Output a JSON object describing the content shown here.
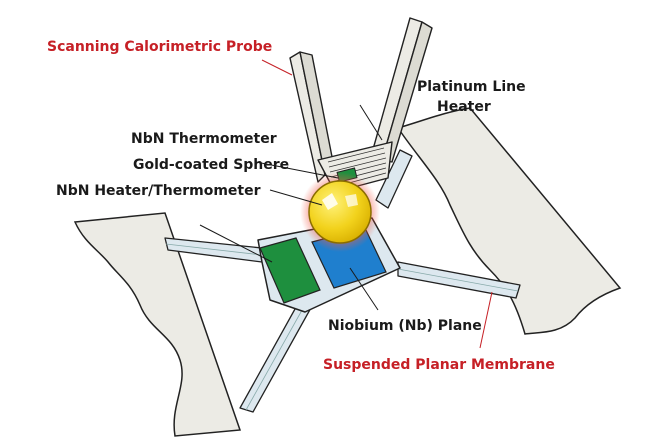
{
  "labels": {
    "probe": "Scanning Calorimetric Probe",
    "heater_line1": "Platinum Line",
    "heater_line2": "Heater",
    "nbn_thermometer": "NbN Thermometer",
    "sphere": "Gold-coated Sphere",
    "nbn_heater": "NbN Heater/Thermometer",
    "nb_plane": "Niobium (Nb) Plane",
    "membrane": "Suspended Planar Membrane"
  },
  "colors": {
    "accent_red": "#c62026",
    "label_dark": "#1a1a1a",
    "membrane_fill": "#dde8ef",
    "support_fill": "#ecebe5",
    "probe_fill": "#ecebe5",
    "nbn_green": "#1e8f3e",
    "nb_blue": "#1f7fce",
    "sphere_gold": "#f2d21c",
    "glow_red": "#f25c4a"
  }
}
